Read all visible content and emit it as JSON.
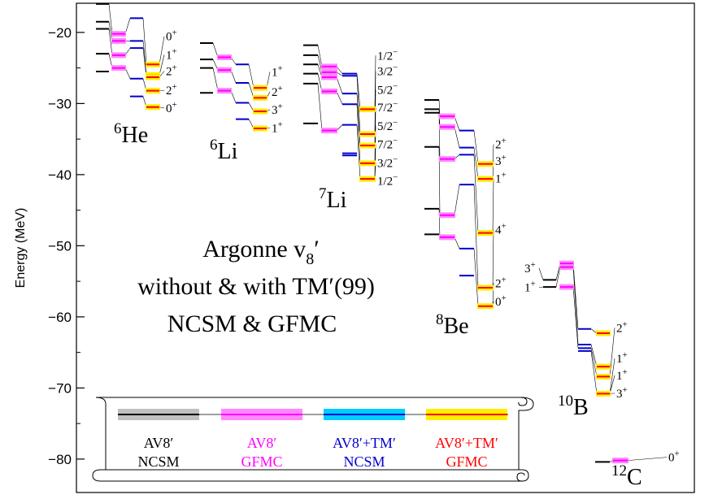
{
  "chart_data": {
    "type": "level-scheme",
    "ylabel": "Energy (MeV)",
    "ylim": [
      -84.7,
      -15.9
    ],
    "yticks": [
      -20,
      -30,
      -40,
      -50,
      -60,
      -70,
      -80
    ],
    "annotation": [
      "Argonne v",
      "8",
      "′",
      "without & with TM′(99)",
      "NCSM & GFMC"
    ],
    "colors": {
      "AV8'_NCSM": "#000000",
      "AV8'_GFMC": "#ff00ff",
      "AV8'+TM'_NCSM": "#0000cc",
      "AV8'+TM'_GFMC": "#ff0000",
      "AV8'_NCSM_band": "#c0c0c0",
      "AV8'_GFMC_band": "#ff88ff",
      "AV8'+TM'_NCSM_band": "#00ccff",
      "AV8'+TM'_GFMC_band": "#ffee00"
    },
    "legend": [
      {
        "line1": "AV8′",
        "line2": "NCSM",
        "color": "#000000",
        "band": "#c0c0c0"
      },
      {
        "line1": "AV8′",
        "line2": "GFMC",
        "color": "#ff00ff",
        "band": "#ff88ff"
      },
      {
        "line1": "AV8′+TM′",
        "line2": "NCSM",
        "color": "#0000cc",
        "band": "#00ccff"
      },
      {
        "line1": "AV8′+TM′",
        "line2": "GFMC",
        "color": "#ff0000",
        "band": "#ffee00"
      }
    ],
    "nuclei": [
      {
        "name_mass": "6",
        "name_sym": "He",
        "AV8'_NCSM": [
          -16.0,
          -18.5,
          -19.5,
          -23.0,
          -25.5
        ],
        "AV8'_GFMC": [
          -20.2,
          -21.2,
          -23.2,
          -25.0
        ],
        "AV8'+TM'_NCSM": [
          -18.0,
          -21.2,
          -22.2,
          -26.5,
          -29.0
        ],
        "AV8'+TM'_GFMC": [
          -24.5,
          -26.0,
          -26.3,
          -28.2,
          -30.5
        ],
        "labels": [
          {
            "E": -21.0,
            "J": "0",
            "P": "+"
          },
          {
            "E": -23.6,
            "J": "1",
            "P": "+"
          },
          {
            "E": -25.9,
            "J": "2",
            "P": "+"
          },
          {
            "E": -28.6,
            "J": "2",
            "P": "+"
          },
          {
            "E": -31.1,
            "J": "0",
            "P": "+"
          }
        ]
      },
      {
        "name_mass": "6",
        "name_sym": "Li",
        "AV8'_NCSM": [
          -21.5,
          -23.8,
          -25.0,
          -28.5
        ],
        "AV8'_GFMC": [
          -23.5,
          -25.3,
          -28.2
        ],
        "AV8'+TM'_NCSM": [
          -24.5,
          -27.1,
          -29.9,
          -32.2
        ],
        "AV8'+TM'_GFMC": [
          -27.8,
          -29.2,
          -31.1,
          -33.5
        ],
        "labels": [
          {
            "E": -26.0,
            "J": "1",
            "P": "+"
          },
          {
            "E": -28.8,
            "J": "2",
            "P": "+"
          },
          {
            "E": -31.3,
            "J": "3",
            "P": "+"
          },
          {
            "E": -33.9,
            "J": "1",
            "P": "+"
          }
        ]
      },
      {
        "name_mass": "7",
        "name_sym": "Li",
        "AV8'_NCSM": [
          -21.8,
          -23.2,
          -24.5,
          -25.8,
          -27.2,
          -32.8
        ],
        "AV8'_GFMC": [
          -24.8,
          -25.6,
          -26.3,
          -28.3,
          -33.8
        ],
        "AV8'+TM'_NCSM": [
          -25.8,
          -26.1,
          -28.6,
          -30.1,
          -33.0,
          -37.0,
          -37.3
        ],
        "AV8'+TM'_GFMC": [
          -30.8,
          -34.3,
          -35.9,
          -38.4,
          -40.6
        ],
        "labels": [
          {
            "E": -23.7,
            "J": "1/2",
            "P": "−"
          },
          {
            "E": -25.9,
            "J": "3/2",
            "P": "−"
          },
          {
            "E": -28.5,
            "J": "5/2",
            "P": "−"
          },
          {
            "E": -31.0,
            "J": "7/2",
            "P": "−"
          },
          {
            "E": -33.6,
            "J": "5/2",
            "P": "−"
          },
          {
            "E": -36.2,
            "J": "7/2",
            "P": "−"
          },
          {
            "E": -38.8,
            "J": "3/2",
            "P": "−"
          },
          {
            "E": -41.3,
            "J": "1/2",
            "P": "−"
          }
        ]
      },
      {
        "name_mass": "8",
        "name_sym": "Be",
        "AV8'_NCSM": [
          -29.5,
          -30.8,
          -31.3,
          -36.1,
          -44.8,
          -48.4
        ],
        "AV8'_GFMC": [
          -31.8,
          -33.3,
          -37.8,
          -45.7,
          -48.8
        ],
        "AV8'+TM'_NCSM": [
          -33.8,
          -36.2,
          -37.2,
          -41.4,
          -50.4,
          -54.2
        ],
        "AV8'+TM'_GFMC": [
          -38.5,
          -40.6,
          -48.2,
          -55.9,
          -58.5
        ],
        "labels": [
          {
            "E": -36.2,
            "J": "2",
            "P": "+"
          },
          {
            "E": -38.5,
            "J": "3",
            "P": "+"
          },
          {
            "E": -41.0,
            "J": "1",
            "P": "+"
          },
          {
            "E": -48.2,
            "J": "4",
            "P": "+"
          },
          {
            "E": -55.7,
            "J": "2",
            "P": "+"
          },
          {
            "E": -58.3,
            "J": "0",
            "P": "+"
          }
        ]
      },
      {
        "name_mass": "10",
        "name_sym": "B",
        "AV8'_NCSM": [
          -54.8,
          -55.8
        ],
        "AV8'_GFMC": [
          -52.5,
          -53.0,
          -55.8
        ],
        "AV8'+TM'_NCSM": [
          -61.7,
          -63.9,
          -64.4,
          -64.8
        ],
        "AV8'+TM'_GFMC": [
          -62.3,
          -67.0,
          -68.4,
          -70.8
        ],
        "labels": [
          {
            "E": -53.6,
            "J": "3",
            "P": "+"
          },
          {
            "E": -56.3,
            "J": "1",
            "P": "+"
          },
          {
            "E": -62.0,
            "J": "2",
            "P": "+"
          },
          {
            "E": -66.3,
            "J": "1",
            "P": "+"
          },
          {
            "E": -68.7,
            "J": "1",
            "P": "+"
          },
          {
            "E": -71.2,
            "J": "3",
            "P": "+"
          }
        ]
      },
      {
        "name_mass": "12",
        "name_sym": "C",
        "AV8'_NCSM": [
          -80.4
        ],
        "AV8'_GFMC": [
          -80.2
        ],
        "AV8'+TM'_NCSM": [],
        "AV8'+TM'_GFMC": [],
        "labels": [
          {
            "E": -80.2,
            "J": "0",
            "P": "+"
          }
        ]
      }
    ]
  }
}
